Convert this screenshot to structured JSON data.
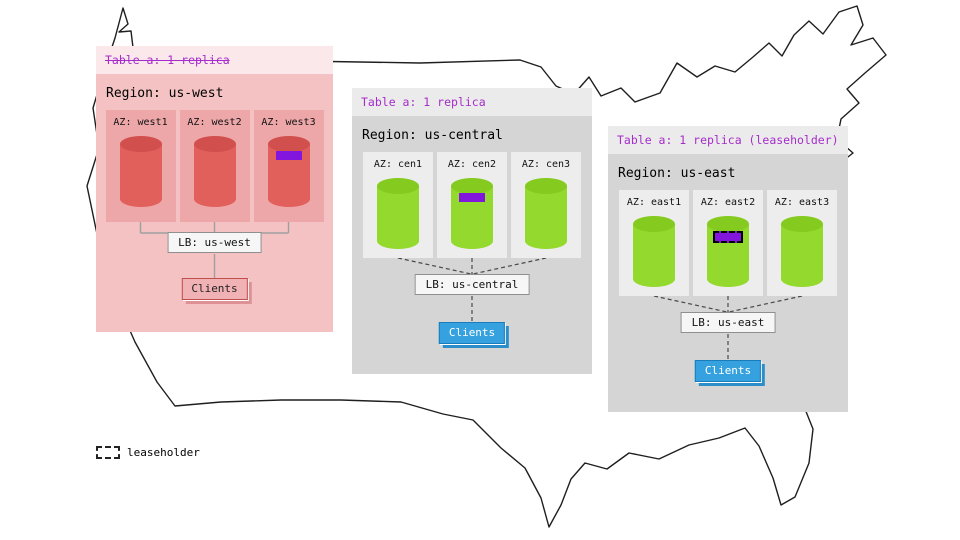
{
  "legend": {
    "label": "leaseholder"
  },
  "colors": {
    "title_purple": "#a62ccb",
    "replica_purple": "#8316dd",
    "cyl_red": "#e2605c",
    "cyl_red_top": "#d14f4c",
    "cyl_green": "#94d92e",
    "cyl_green_top": "#85ca1f",
    "west_panel": "#f4c2c3",
    "west_header": "#fae8ea",
    "west_az": "#eda7a9",
    "gray_panel": "#d5d5d5",
    "gray_header": "#ebebeb",
    "gray_az": "#ededed",
    "clients_blue": "#35a2df",
    "clients_blue_border": "#1a7cba",
    "clients_pink": "#f1b2b5",
    "clients_pink_border": "#bf4d4a"
  },
  "regions": [
    {
      "table_label": "Table a: 1 replica",
      "region_label": "Region: us-west",
      "azs": [
        {
          "label": "AZ: west1"
        },
        {
          "label": "AZ: west2"
        },
        {
          "label": "AZ: west3"
        }
      ],
      "lb_label": "LB: us-west",
      "clients_label": "Clients"
    },
    {
      "table_label": "Table a: 1 replica",
      "region_label": "Region: us-central",
      "azs": [
        {
          "label": "AZ: cen1"
        },
        {
          "label": "AZ: cen2"
        },
        {
          "label": "AZ: cen3"
        }
      ],
      "lb_label": "LB: us-central",
      "clients_label": "Clients"
    },
    {
      "table_label": "Table a: 1 replica (leaseholder)",
      "region_label": "Region: us-east",
      "azs": [
        {
          "label": "AZ: east1"
        },
        {
          "label": "AZ: east2"
        },
        {
          "label": "AZ: east3"
        }
      ],
      "lb_label": "LB: us-east",
      "clients_label": "Clients"
    }
  ]
}
